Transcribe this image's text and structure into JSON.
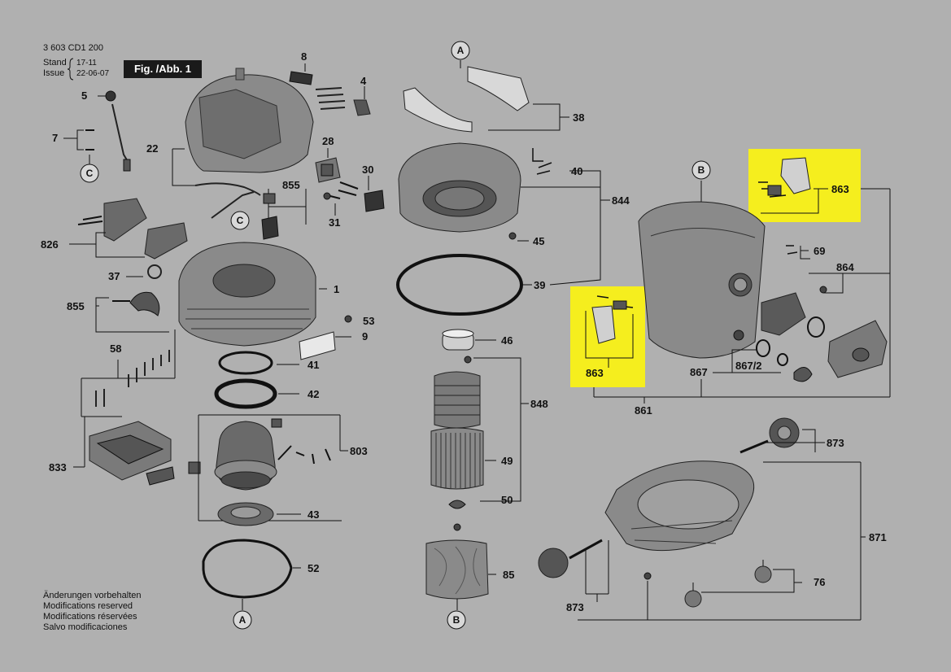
{
  "header": {
    "doc_number": "3 603 CD1 200",
    "stand_label": "Stand",
    "issue_label": "Issue",
    "stand_date": "17-11",
    "issue_date": "22-06-07",
    "figure_label": "Fig. /Abb. 1"
  },
  "notes": [
    "Änderungen vorbehalten",
    "Modifications reserved",
    "Modifications réservées",
    "Salvo modificaciones"
  ],
  "part_labels": {
    "p1": "1",
    "p4": "4",
    "p5": "5",
    "p7": "7",
    "p8": "8",
    "p9": "9",
    "p22": "22",
    "p28": "28",
    "p30": "30",
    "p31": "31",
    "p37": "37",
    "p38": "38",
    "p39": "39",
    "p40": "40",
    "p41": "41",
    "p42": "42",
    "p43": "43",
    "p45": "45",
    "p46": "46",
    "p49": "49",
    "p50": "50",
    "p52": "52",
    "p53": "53",
    "p58": "58",
    "p69": "69",
    "p76": "76",
    "p85": "85",
    "p803": "803",
    "p826": "826",
    "p833": "833",
    "p844": "844",
    "p848": "848",
    "p855a": "855",
    "p855b": "855",
    "p861": "861",
    "p863a": "863",
    "p863b": "863",
    "p864": "864",
    "p867": "867",
    "p867_2": "867/2",
    "p871": "871",
    "p873a": "873",
    "p873b": "873"
  },
  "connectors": {
    "A": "A",
    "B": "B",
    "C": "C"
  },
  "colors": {
    "background": "#b0b0b0",
    "highlight": "#f5ee1e",
    "ink": "#111111"
  }
}
